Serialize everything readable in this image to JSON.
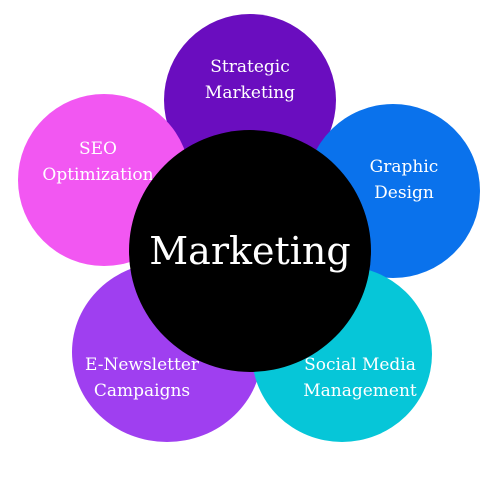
{
  "center": {
    "label": "Marketing"
  },
  "petals": {
    "strategic": {
      "label": "Strategic\nMarketing",
      "color": "#6a0dbf"
    },
    "seo": {
      "label": "SEO\nOptimization",
      "color": "#f257f2"
    },
    "graphic": {
      "label": "Graphic\nDesign",
      "color": "#0a72ec"
    },
    "enews": {
      "label": "E-Newsletter\nCampaigns",
      "color": "#9f3ff0"
    },
    "social": {
      "label": "Social Media\nManagement",
      "color": "#06c6d8"
    }
  }
}
